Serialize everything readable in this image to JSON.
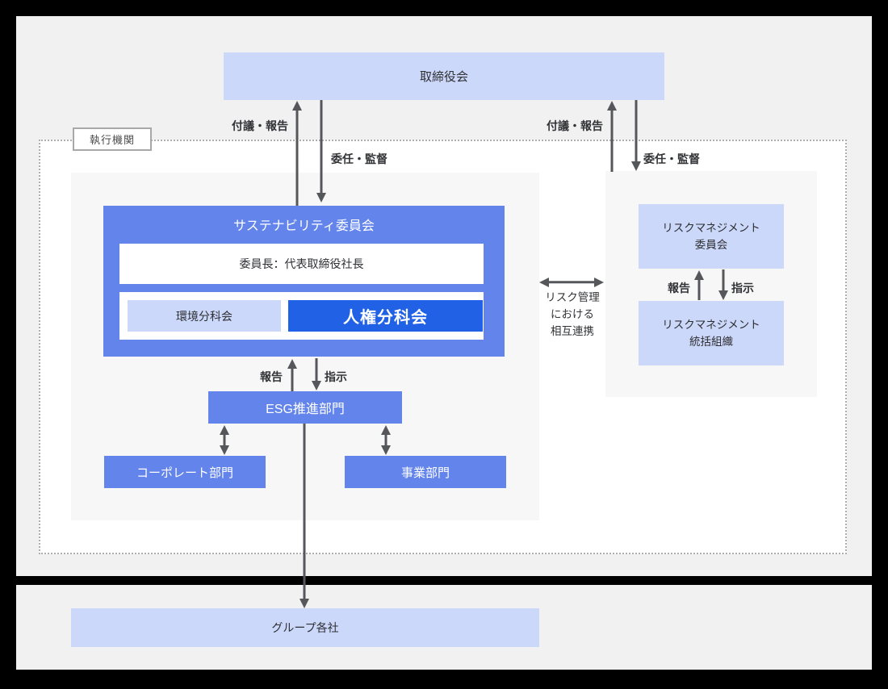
{
  "colors": {
    "page_bg": "#000000",
    "card_bg": "#f1f1f2",
    "panel_bg": "#f7f7f8",
    "box_light_blue": "#ccd8fa",
    "box_medium_blue": "#6384ea",
    "box_accent_blue": "#2061e6",
    "arrow": "#55575a",
    "dashed_border": "#aeaeae"
  },
  "diagram": {
    "board": {
      "label": "取締役会"
    },
    "executive_section": {
      "label": "執行機関"
    },
    "sustainability": {
      "title": "サステナビリティ委員会",
      "chair": "委員長：代表取締役社長",
      "environment_subcommittee": "環境分科会",
      "human_rights_subcommittee": "人権分科会"
    },
    "esg_department": {
      "label": "ESG推進部門"
    },
    "corporate_department": {
      "label": "コーポレート部門"
    },
    "business_department": {
      "label": "事業部門"
    },
    "risk_committee": {
      "line1": "リスクマネジメント",
      "line2": "委員会"
    },
    "risk_org": {
      "line1": "リスクマネジメント",
      "line2": "統括組織"
    },
    "group_companies": {
      "label": "グループ各社"
    },
    "arrow_labels": {
      "board_left_up": "付議・報告",
      "board_left_down": "委任・監督",
      "board_right_up": "付議・報告",
      "board_right_down": "委任・監督",
      "esg_up": "報告",
      "esg_down": "指示",
      "risk_up": "報告",
      "risk_down": "指示",
      "mutual_line1": "リスク管理",
      "mutual_line2": "における",
      "mutual_line3": "相互連携"
    }
  }
}
